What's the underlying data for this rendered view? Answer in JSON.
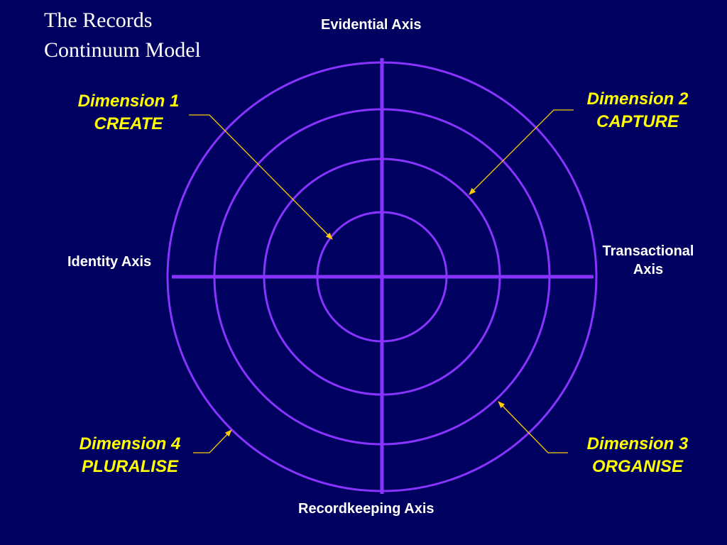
{
  "title": {
    "line1": "The Records",
    "line2": "Continuum Model"
  },
  "axes": {
    "evidential": "Evidential Axis",
    "identity": "Identity Axis",
    "transactional_line1": "Transactional",
    "transactional_line2": "Axis",
    "recordkeeping": "Recordkeeping Axis"
  },
  "dimensions": [
    {
      "name": "Dimension 1",
      "action": "CREATE"
    },
    {
      "name": "Dimension 2",
      "action": "CAPTURE"
    },
    {
      "name": "Dimension 3",
      "action": "ORGANISE"
    },
    {
      "name": "Dimension 4",
      "action": "PLURALISE"
    }
  ],
  "colors": {
    "background": "#000060",
    "rings": "#8833ff",
    "axes": "#8833ff",
    "leaders": "#ffcc00",
    "dimension_text": "#ffff00",
    "axis_text": "#ffffff"
  }
}
